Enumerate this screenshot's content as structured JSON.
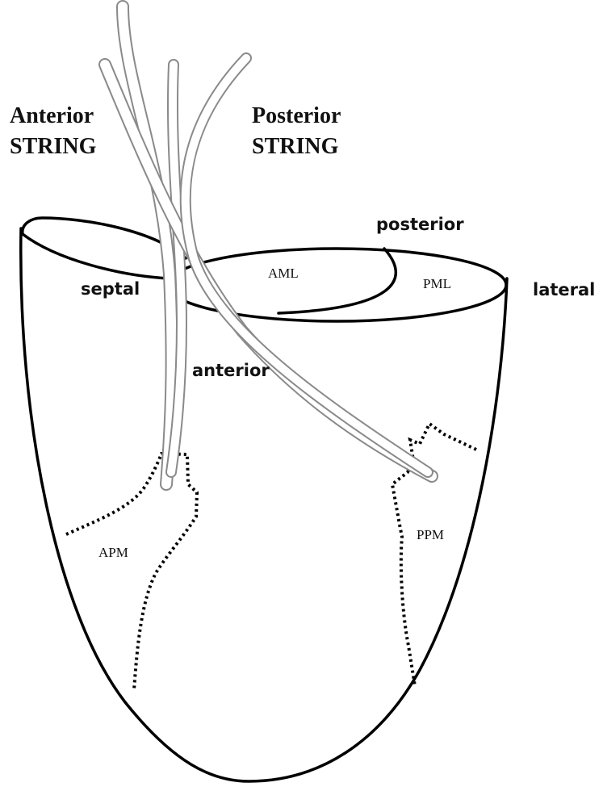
{
  "labels": {
    "anterior_string_line1": "Anterior",
    "anterior_string_line2": "STRING",
    "posterior_string_line1": "Posterior",
    "posterior_string_line2": "STRING",
    "posterior": "posterior",
    "septal": "septal",
    "lateral": "lateral",
    "anterior": "anterior",
    "aml": "AML",
    "pml": "PML",
    "apm": "APM",
    "ppm": "PPM"
  },
  "colors": {
    "outline": "#000000",
    "string_stroke": "#8a8a8a",
    "string_fill": "#ffffff"
  }
}
